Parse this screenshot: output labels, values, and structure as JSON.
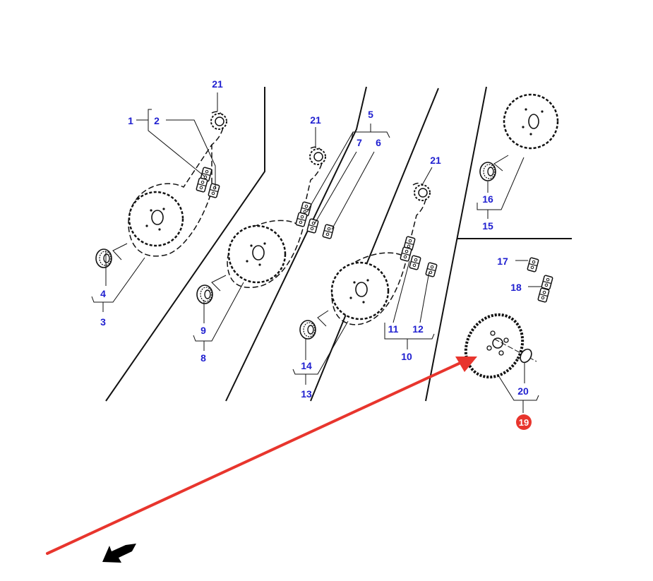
{
  "diagram": {
    "title": "Sprocket and chain drive exploded parts diagram",
    "label_color": "#1f1fd0",
    "highlight_color": "#e8352d",
    "highlighted_part": "19",
    "callouts": [
      {
        "id": "c21a",
        "text": "21"
      },
      {
        "id": "c1",
        "text": "1"
      },
      {
        "id": "c2",
        "text": "2"
      },
      {
        "id": "c4",
        "text": "4"
      },
      {
        "id": "c3",
        "text": "3"
      },
      {
        "id": "c21b",
        "text": "21"
      },
      {
        "id": "c5",
        "text": "5"
      },
      {
        "id": "c7",
        "text": "7"
      },
      {
        "id": "c6",
        "text": "6"
      },
      {
        "id": "c9",
        "text": "9"
      },
      {
        "id": "c8",
        "text": "8"
      },
      {
        "id": "c21c",
        "text": "21"
      },
      {
        "id": "c11",
        "text": "11"
      },
      {
        "id": "c12",
        "text": "12"
      },
      {
        "id": "c10",
        "text": "10"
      },
      {
        "id": "c14",
        "text": "14"
      },
      {
        "id": "c13",
        "text": "13"
      },
      {
        "id": "c16",
        "text": "16"
      },
      {
        "id": "c15",
        "text": "15"
      },
      {
        "id": "c17",
        "text": "17"
      },
      {
        "id": "c18",
        "text": "18"
      },
      {
        "id": "c20",
        "text": "20"
      },
      {
        "id": "c19",
        "text": "19"
      }
    ],
    "pointer_arrow": {
      "color": "#e8352d",
      "target": "19"
    },
    "orientation_arrow": {
      "icon": "direction-arrow-icon",
      "color": "#000000"
    }
  }
}
